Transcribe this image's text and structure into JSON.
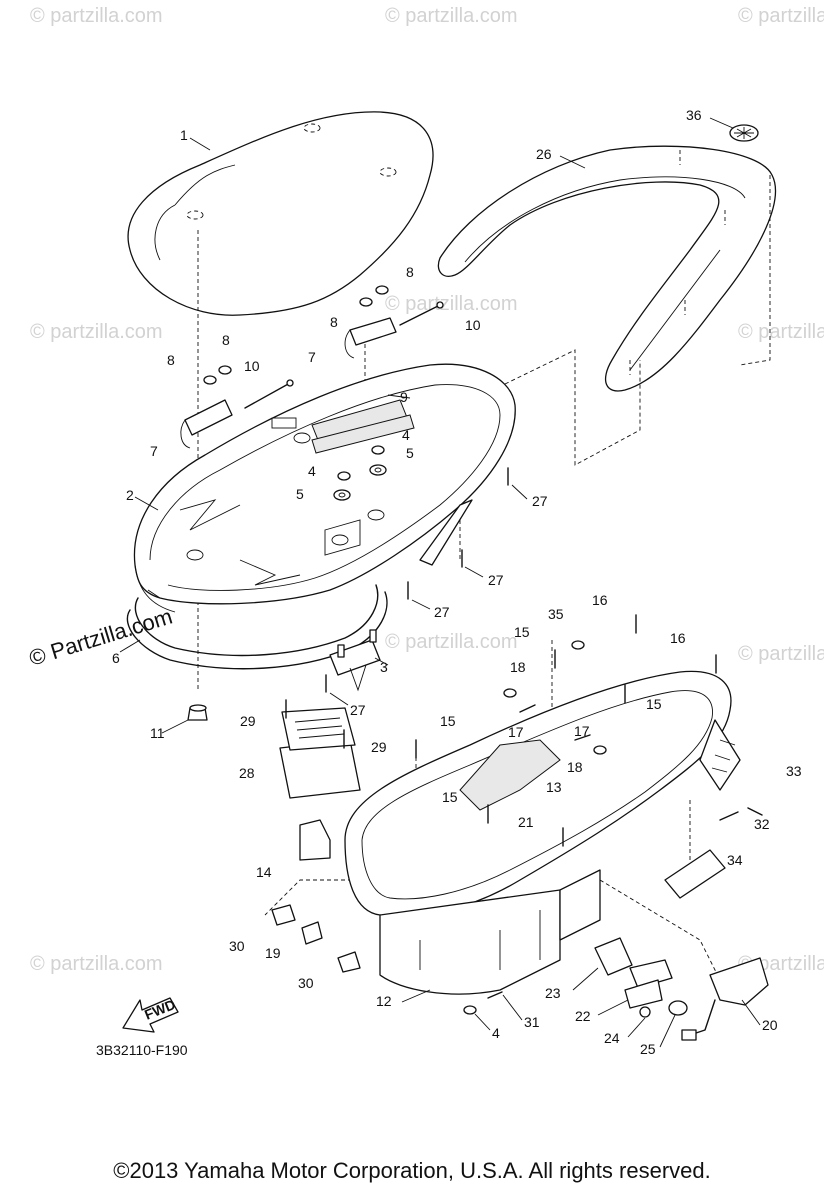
{
  "diagram": {
    "code": "3B32110-F190",
    "fwd_label": "FWD",
    "copyright": "©2013  Yamaha Motor Corporation, U.S.A. All rights reserved.",
    "watermark_corner": "© Partzilla.com",
    "watermark_faint": "© partzilla.com",
    "callouts": [
      "1",
      "2",
      "3",
      "4",
      "4",
      "4",
      "5",
      "5",
      "6",
      "7",
      "7",
      "8",
      "8",
      "8",
      "8",
      "9",
      "10",
      "10",
      "11",
      "12",
      "13",
      "14",
      "15",
      "15",
      "15",
      "15",
      "16",
      "16",
      "17",
      "17",
      "18",
      "18",
      "19",
      "20",
      "21",
      "22",
      "23",
      "24",
      "25",
      "26",
      "27",
      "27",
      "27",
      "27",
      "28",
      "29",
      "29",
      "30",
      "30",
      "31",
      "32",
      "33",
      "34",
      "35",
      "36"
    ]
  }
}
